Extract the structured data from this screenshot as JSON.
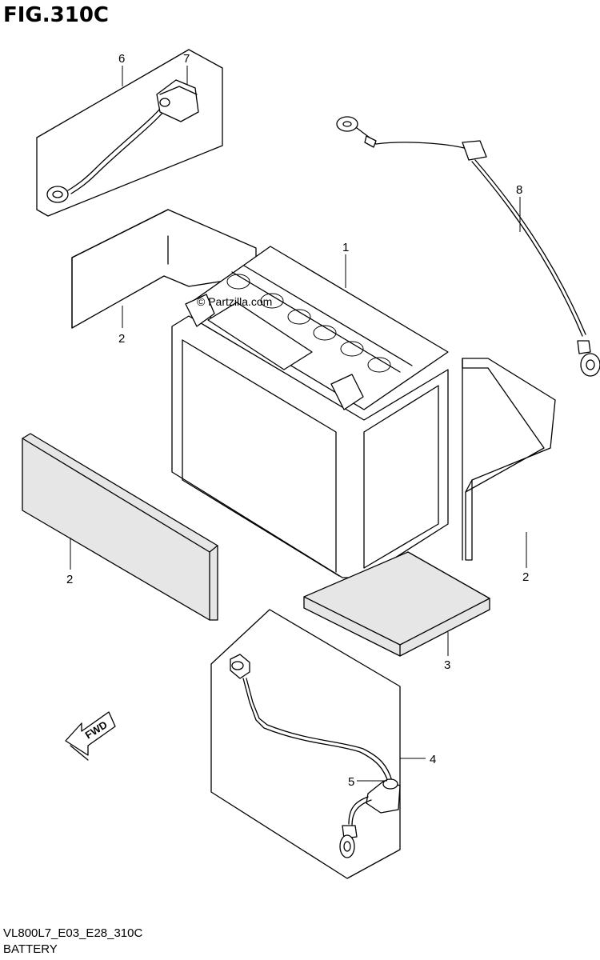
{
  "figure": {
    "title": "FIG.310C",
    "code": "VL800L7_E03_E28_310C",
    "name": "BATTERY",
    "watermark": "© Partzilla.com",
    "fwd_label": "FWD"
  },
  "callouts": [
    {
      "id": "1",
      "label": "1"
    },
    {
      "id": "2a",
      "label": "2"
    },
    {
      "id": "2b",
      "label": "2"
    },
    {
      "id": "2c",
      "label": "2"
    },
    {
      "id": "3",
      "label": "3"
    },
    {
      "id": "4",
      "label": "4"
    },
    {
      "id": "5",
      "label": "5"
    },
    {
      "id": "6",
      "label": "6"
    },
    {
      "id": "7",
      "label": "7"
    },
    {
      "id": "8",
      "label": "8"
    }
  ]
}
